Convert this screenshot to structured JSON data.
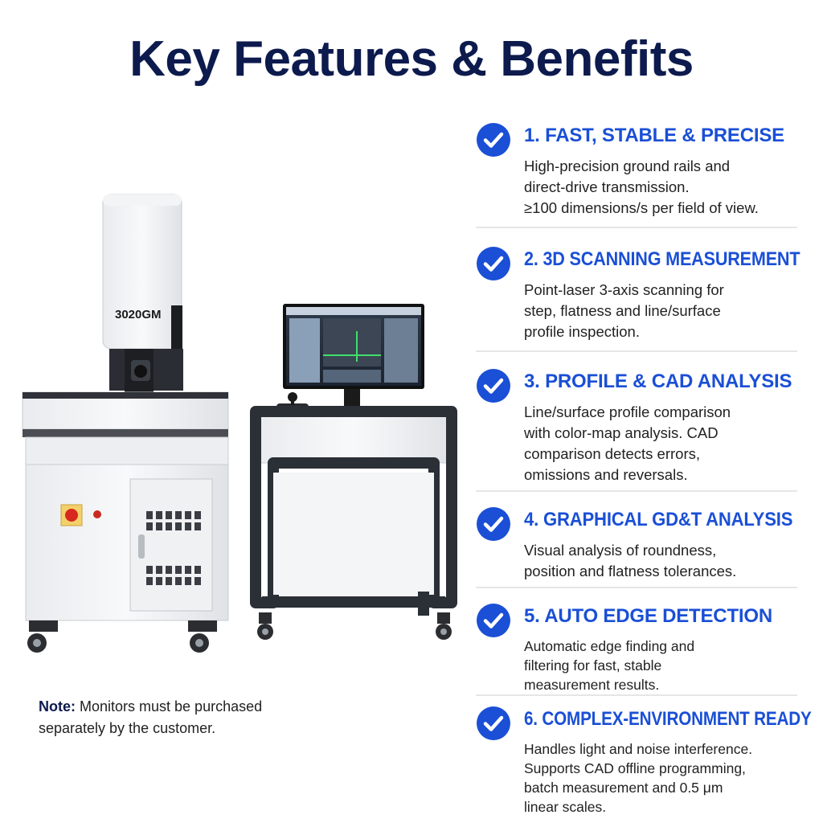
{
  "page": {
    "title": "Key Features & Benefits",
    "model_label": "3020GM",
    "note_label": "Note:",
    "note_text": " Monitors must be purchased separately by the customer."
  },
  "colors": {
    "title": "#0c1a4d",
    "accent": "#1a4fd6",
    "check": "#1a4fd6",
    "frame_dark": "#2b2f36"
  },
  "features": [
    {
      "icon": "check-circle-icon",
      "title": "1. FAST, STABLE & PRECISE",
      "lines": [
        "High-precision ground rails and",
        "direct-drive transmission.",
        "≥100 dimensions/s per field of view."
      ]
    },
    {
      "icon": "check-circle-icon",
      "title": "2. 3D SCANNING MEASUREMENT",
      "lines": [
        "Point-laser 3-axis scanning for",
        "step, flatness and line/surface",
        "profile inspection."
      ]
    },
    {
      "icon": "check-circle-icon",
      "title": "3. PROFILE & CAD ANALYSIS",
      "lines": [
        "Line/surface profile comparison",
        "with color-map analysis. CAD",
        "comparison detects errors,",
        "omissions and reversals."
      ]
    },
    {
      "icon": "check-circle-icon",
      "title": "4. GRAPHICAL GD&T ANALYSIS",
      "lines": [
        "Visual analysis of roundness,",
        "position and flatness tolerances."
      ]
    },
    {
      "icon": "check-circle-icon",
      "title": "5. AUTO EDGE DETECTION",
      "lines": [
        "Automatic edge finding and",
        "filtering for fast, stable",
        "measurement results."
      ]
    },
    {
      "icon": "check-circle-icon",
      "title": "6. COMPLEX-ENVIRONMENT READY",
      "lines": [
        "Handles light and noise interference.",
        "Supports CAD offline programming,",
        "batch measurement and 0.5 μm",
        "linear scales."
      ]
    }
  ]
}
